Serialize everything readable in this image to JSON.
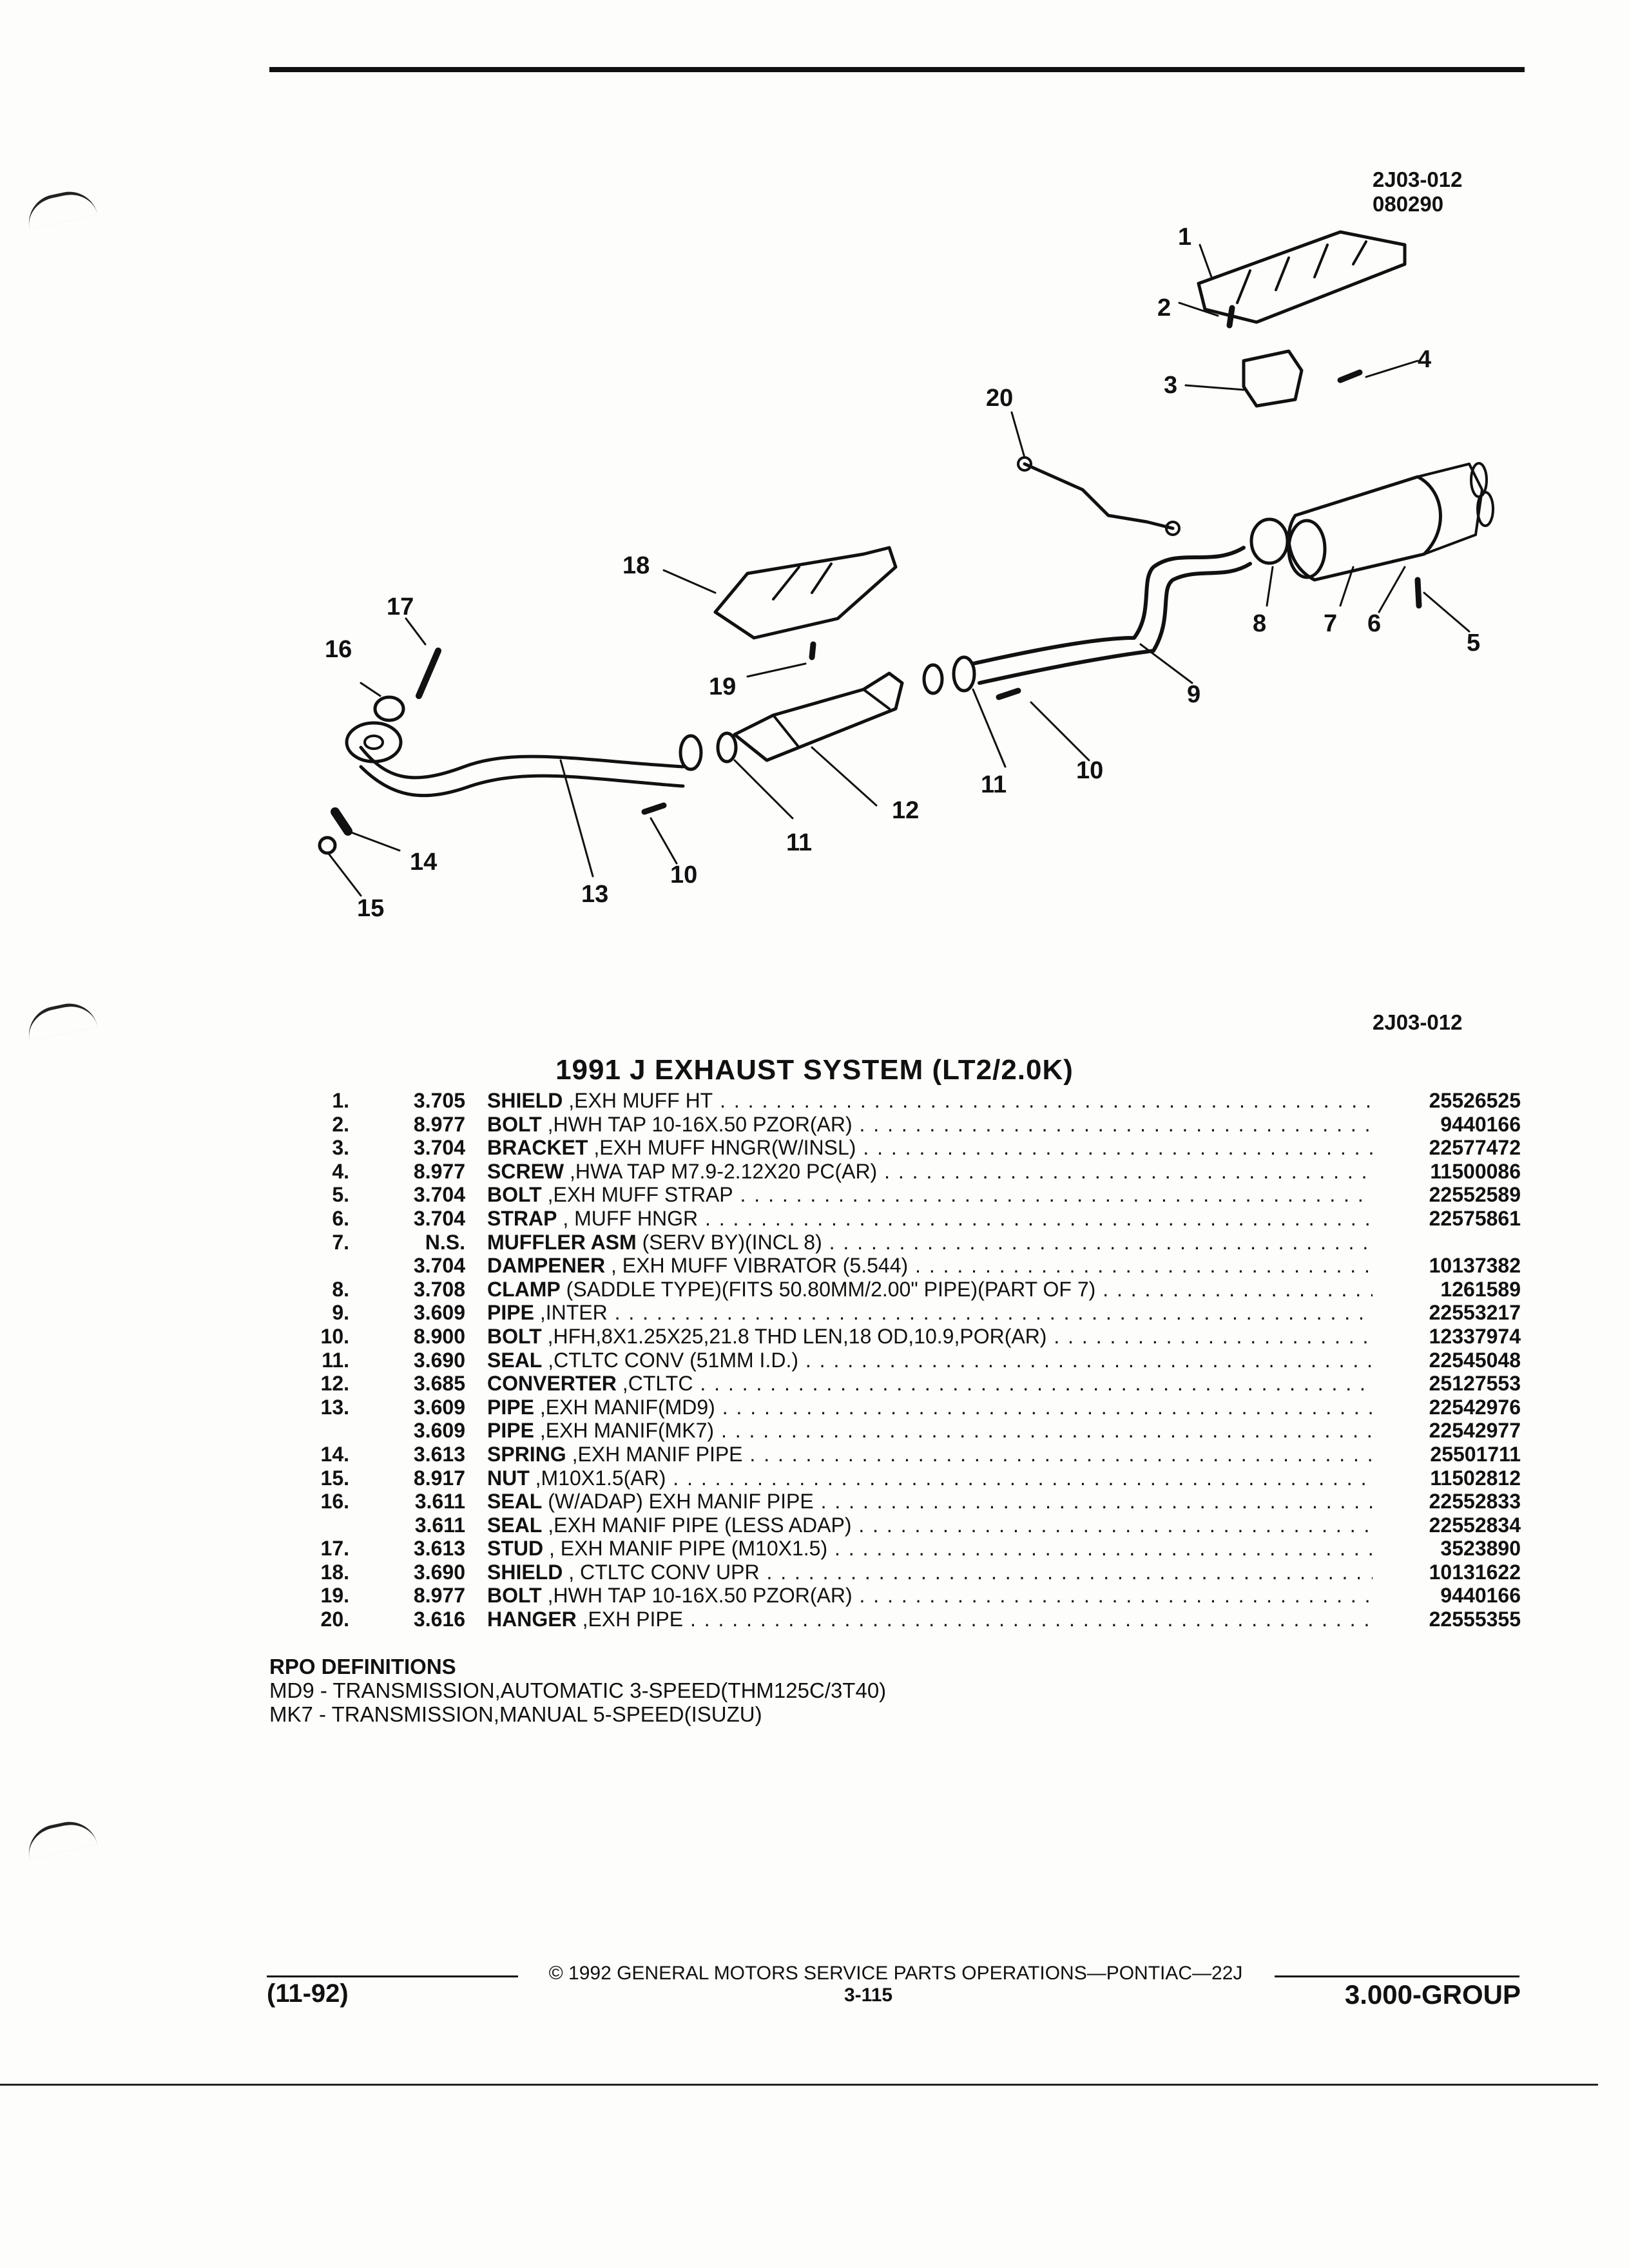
{
  "diagram": {
    "code_top_1": "2J03-012",
    "code_top_2": "080290",
    "code_bottom": "2J03-012",
    "callouts": [
      "1",
      "2",
      "3",
      "4",
      "5",
      "6",
      "7",
      "8",
      "9",
      "10",
      "10",
      "11",
      "11",
      "12",
      "13",
      "14",
      "15",
      "16",
      "17",
      "18",
      "19",
      "20"
    ]
  },
  "title": "1991 J EXHAUST SYSTEM (LT2/2.0K)",
  "parts": [
    {
      "num": "1.",
      "grp": "3.705",
      "name": "SHIELD",
      "detail": " ,EXH MUFF HT",
      "pn": "25526525"
    },
    {
      "num": "2.",
      "grp": "8.977",
      "name": "BOLT",
      "detail": " ,HWH TAP 10-16X.50 PZOR(AR)",
      "pn": "9440166"
    },
    {
      "num": "3.",
      "grp": "3.704",
      "name": "BRACKET",
      "detail": " ,EXH MUFF HNGR(W/INSL)",
      "pn": "22577472"
    },
    {
      "num": "4.",
      "grp": "8.977",
      "name": "SCREW",
      "detail": " ,HWA TAP M7.9-2.12X20 PC(AR)",
      "pn": "11500086"
    },
    {
      "num": "5.",
      "grp": "3.704",
      "name": "BOLT",
      "detail": " ,EXH MUFF STRAP",
      "pn": "22552589"
    },
    {
      "num": "6.",
      "grp": "3.704",
      "name": "STRAP",
      "detail": " , MUFF HNGR",
      "pn": "22575861"
    },
    {
      "num": "7.",
      "grp": "N.S.",
      "name": "MUFFLER ASM",
      "detail": " (SERV BY)(INCL 8)",
      "pn": ""
    },
    {
      "num": "",
      "grp": "3.704",
      "name": "DAMPENER",
      "detail": " , EXH MUFF VIBRATOR (5.544)",
      "pn": "10137382"
    },
    {
      "num": "8.",
      "grp": "3.708",
      "name": "CLAMP",
      "detail": " (SADDLE TYPE)(FITS 50.80MM/2.00\" PIPE)(PART OF 7)",
      "pn": "1261589"
    },
    {
      "num": "9.",
      "grp": "3.609",
      "name": "PIPE",
      "detail": " ,INTER",
      "pn": "22553217"
    },
    {
      "num": "10.",
      "grp": "8.900",
      "name": "BOLT",
      "detail": " ,HFH,8X1.25X25,21.8 THD LEN,18 OD,10.9,POR(AR)",
      "pn": "12337974"
    },
    {
      "num": "11.",
      "grp": "3.690",
      "name": "SEAL",
      "detail": " ,CTLTC CONV (51MM I.D.)",
      "pn": "22545048"
    },
    {
      "num": "12.",
      "grp": "3.685",
      "name": "CONVERTER",
      "detail": " ,CTLTC",
      "pn": "25127553"
    },
    {
      "num": "13.",
      "grp": "3.609",
      "name": "PIPE",
      "detail": " ,EXH MANIF(MD9)",
      "pn": "22542976"
    },
    {
      "num": "",
      "grp": "3.609",
      "name": "PIPE",
      "detail": " ,EXH MANIF(MK7)",
      "pn": "22542977"
    },
    {
      "num": "14.",
      "grp": "3.613",
      "name": "SPRING",
      "detail": " ,EXH MANIF PIPE",
      "pn": "25501711"
    },
    {
      "num": "15.",
      "grp": "8.917",
      "name": "NUT",
      "detail": " ,M10X1.5(AR)",
      "pn": "11502812"
    },
    {
      "num": "16.",
      "grp": "3.611",
      "name": "SEAL",
      "detail": " (W/ADAP) EXH MANIF PIPE",
      "pn": "22552833"
    },
    {
      "num": "",
      "grp": "3.611",
      "name": "SEAL",
      "detail": " ,EXH MANIF PIPE (LESS ADAP)",
      "pn": "22552834"
    },
    {
      "num": "17.",
      "grp": "3.613",
      "name": "STUD",
      "detail": " , EXH MANIF PIPE (M10X1.5)",
      "pn": "3523890"
    },
    {
      "num": "18.",
      "grp": "3.690",
      "name": "SHIELD",
      "detail": " , CTLTC CONV UPR",
      "pn": "10131622"
    },
    {
      "num": "19.",
      "grp": "8.977",
      "name": "BOLT",
      "detail": " ,HWH TAP 10-16X.50 PZOR(AR)",
      "pn": "9440166"
    },
    {
      "num": "20.",
      "grp": "3.616",
      "name": "HANGER",
      "detail": " ,EXH PIPE",
      "pn": "22555355"
    }
  ],
  "rpo": {
    "heading": "RPO DEFINITIONS",
    "lines": [
      "MD9 - TRANSMISSION,AUTOMATIC 3-SPEED(THM125C/3T40)",
      "MK7 - TRANSMISSION,MANUAL 5-SPEED(ISUZU)"
    ]
  },
  "footer": {
    "copyright": "© 1992 GENERAL MOTORS SERVICE PARTS OPERATIONS—PONTIAC—22J",
    "date": "(11-92)",
    "page": "3-115",
    "group": "3.000-GROUP"
  }
}
